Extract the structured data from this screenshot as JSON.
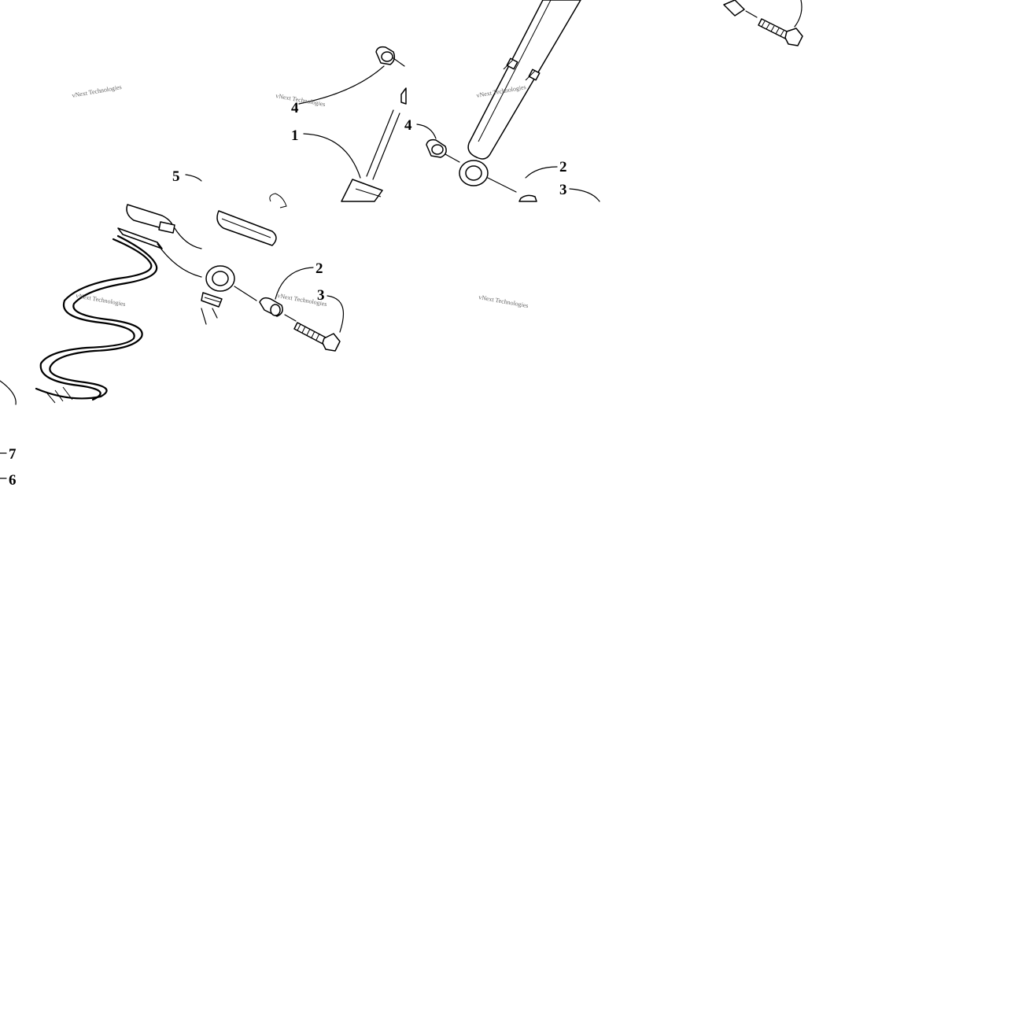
{
  "diagram": {
    "callouts": {
      "c1": "1",
      "c2a": "2",
      "c3a": "3",
      "c2b": "2",
      "c3b": "3",
      "c4a": "4",
      "c4b": "4",
      "c5": "5",
      "c6": "6",
      "c7": "7"
    },
    "watermarks": {
      "w1": "vNext Technologies",
      "w2": "vNext Technologies",
      "w3": "vNext Technologies",
      "w4": "vNext Technologies",
      "w5": "vNext Technologies",
      "w6": "vNext Technologies"
    }
  }
}
